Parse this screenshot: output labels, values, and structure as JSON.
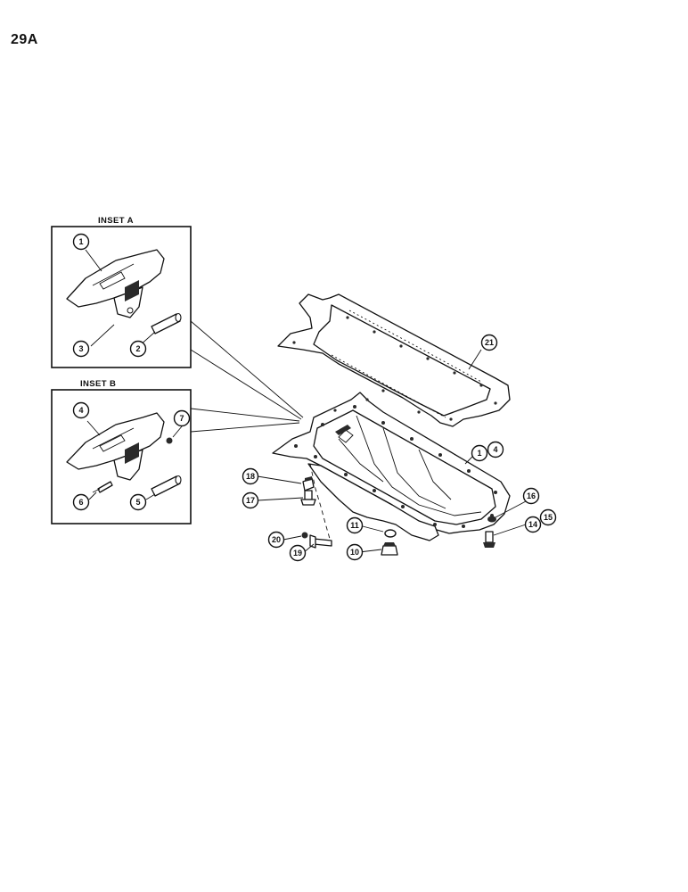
{
  "page": {
    "label": "29A"
  },
  "insets": [
    {
      "title": "INSET A"
    },
    {
      "title": "INSET B"
    }
  ],
  "callouts": [
    "1",
    "2",
    "3",
    "4",
    "5",
    "6",
    "7",
    "1",
    "4",
    "21",
    "18",
    "17",
    "20",
    "19",
    "11",
    "10",
    "16",
    "14",
    "15"
  ],
  "colors": {
    "ink": "#111111",
    "paper": "#ffffff"
  }
}
